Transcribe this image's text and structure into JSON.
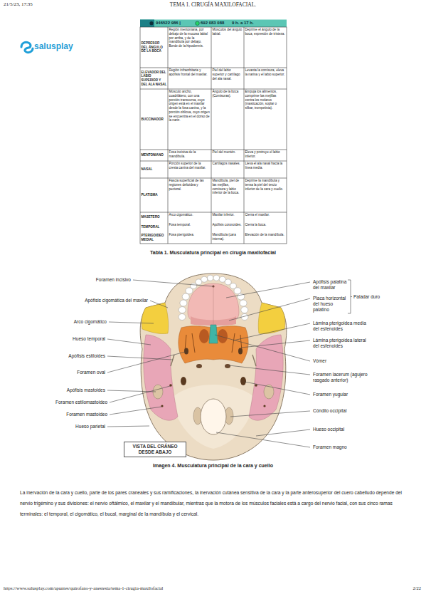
{
  "diagram": {
    "title": "TEMA 1. CIRUGÍA MAXILOFACIAL.",
    "nodes": [
      {
        "text": [
          "VISTA DEL CRÁNEO DESDE ABAJO"
        ]
      }
    ],
    "labels": [
      "21/5/23, 17:35",
      "salusplay",
      "946522 986 |",
      "692 083 088",
      "9 h. a 17 h.",
      "DEPRESOR DEL ÁNGULO DE LA BOCA",
      "Región mentoniana, por debajo de la mucosa labial por arriba, y de la mandíbula por debajo. Borde de la hipodermis.",
      "Músculos del ángulo labial.",
      "Deprime el ángulo de la boca, expresión de tristeza.",
      "ELEVADOR DEL LABIO SUPERIOR Y DEL ALA NASAL",
      "Región infraorbitaria y apófisis frontal del maxilar.",
      "Piel del labio superior y cartílago del ala nasal.",
      "Levanta la comisura, eleva la narina y el labio superior.",
      "BUCCINADOR",
      "Músculo ancho, cuadrilátero, con una porción transversa, cuyo origen está en el maxilar desde la fosa canina, y la porción oblicua, cuyo origen se encuentra en el dorso de la nariz.",
      "Ángulo de la boca (Comisuras).",
      "Empuja los alimentos, comprime las mejillas contra los molares (masticación, soplar o silbar, trompetista).",
      "MENTONIANO",
      "Fosa incisiva de la mandíbula.",
      "Piel del mentón.",
      "Eleva y protruye el labio inferior.",
      "NASAL",
      "Porción superior de la cresta canina del maxilar.",
      "Cartílagos nasales.",
      "Lleva el ala nasal hacia la línea media.",
      "PLATISMA",
      "Fascia superficial de las regiones deltoidea y pectoral.",
      "Mandíbula, piel de las mejillas, comisura y labio inferior de la boca.",
      "Deprime la mandíbula y tensa la piel del tercio inferior de la cara y cuello.",
      "MASETERO",
      "Arco cigomático.",
      "Maxilar inferior.",
      "Cierra el maxilar.",
      "TEMPORAL",
      "Fosa temporal.",
      "Apófisis coronoides.",
      "Cierra la boca.",
      "PTERIGOIDEO MEDIAL",
      "Fosa pterigoidea.",
      "Mandíbula (cara interna).",
      "Elevación de la mandíbula.",
      "Tabla 1. Musculatura principal en cirugía maxilofacial",
      "Foramen incisivo",
      "Apófisis cigomática del maxilar",
      "Arco cigomático",
      "Hueso temporal",
      "Apófisis estiloides",
      "Foramen oval",
      "Apófisis mastoides",
      "Foramen estilomastoideo",
      "Foramen mastoideo",
      "Hueso parietal",
      "Apófisis palatina del maxilar",
      "Placa horizontal del hueso palatino",
      "Paladar duro",
      "Lámina pterigoidea media del esfenoides",
      "Lámina pterigoidea lateral del esfenoides",
      "Vómer",
      "Foramen lacerum (agujero rasgado anterior)",
      "Foramen yugular",
      "Cóndilo occipital",
      "Hueso occipital",
      "Foramen magno",
      "Imagen 4. Musculatura principal de la cara y cuello",
      "La inervación de la cara y cuello, parte de los pares craneales y sus ramificaciones, la inervación cutánea sensitiva de la cara y la parte anterosuperior del cuero cabelludo depende del nervio trigémino y sus divisiones: el nervio oftálmico, el maxilar y el mandibular, mientras que la motora de los músculos faciales está a cargo del nervio facial, con sus cinco ramas terminales: el temporal, el cigomático, el bucal, marginal de la mandíbula y el cervical.",
      "https://www.salusplay.com/apuntes/quirofano-y-anestesia/tema-1-cirugia-maxilofacial",
      "2/22"
    ]
  }
}
